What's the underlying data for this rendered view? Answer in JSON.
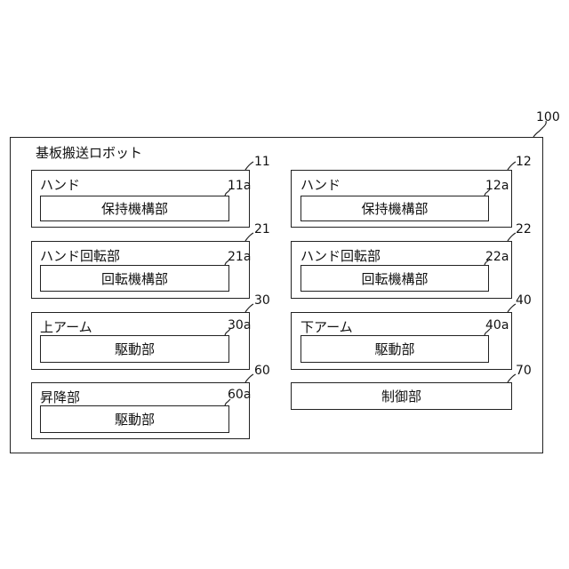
{
  "figure": {
    "ref": "100",
    "title": "基板搬送ロボット"
  },
  "panels": [
    {
      "key": "hand1",
      "ref": "11",
      "title": "ハンド",
      "inner_ref": "11a",
      "inner_label": "保持機構部"
    },
    {
      "key": "hand2",
      "ref": "12",
      "title": "ハンド",
      "inner_ref": "12a",
      "inner_label": "保持機構部"
    },
    {
      "key": "rot1",
      "ref": "21",
      "title": "ハンド回転部",
      "inner_ref": "21a",
      "inner_label": "回転機構部"
    },
    {
      "key": "rot2",
      "ref": "22",
      "title": "ハンド回転部",
      "inner_ref": "22a",
      "inner_label": "回転機構部"
    },
    {
      "key": "upper",
      "ref": "30",
      "title": "上アーム",
      "inner_ref": "30a",
      "inner_label": "駆動部"
    },
    {
      "key": "lower",
      "ref": "40",
      "title": "下アーム",
      "inner_ref": "40a",
      "inner_label": "駆動部"
    },
    {
      "key": "lift",
      "ref": "60",
      "title": "昇降部",
      "inner_ref": "60a",
      "inner_label": "駆動部"
    }
  ],
  "control": {
    "ref": "70",
    "label": "制御部"
  }
}
